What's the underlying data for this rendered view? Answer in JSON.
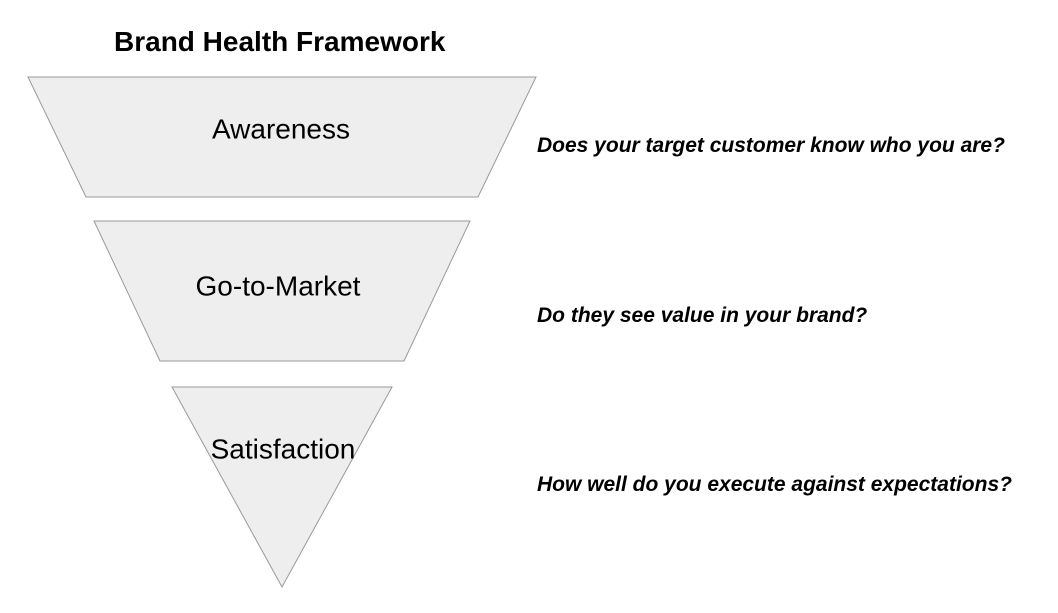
{
  "diagram": {
    "title": "Brand Health Framework",
    "type": "inverted-funnel",
    "stages": [
      {
        "label": "Awareness",
        "question": "Does your target customer know who you are?"
      },
      {
        "label": "Go-to-Market",
        "question": "Do they see value in your brand?"
      },
      {
        "label": "Satisfaction",
        "question": "How well do you execute against expectations?"
      }
    ],
    "colors": {
      "stage_fill": "#eeeeee",
      "stage_stroke": "#999999",
      "text": "#000000",
      "background": "#ffffff"
    }
  }
}
